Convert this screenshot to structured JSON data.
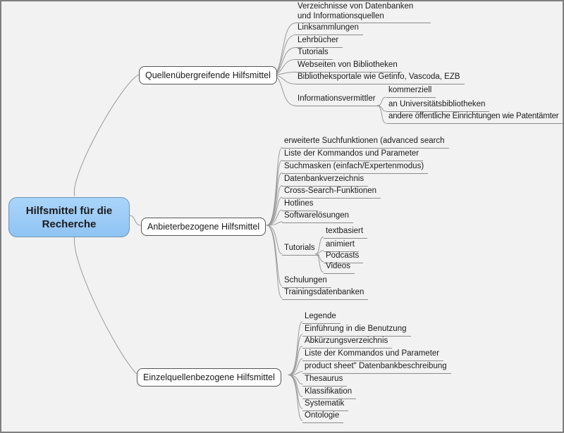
{
  "center": {
    "label": "Hilfsmittel für die Recherche"
  },
  "branches": [
    {
      "label": "Quellenübergreifende Hilfsmittel",
      "children": [
        {
          "label": "Verzeichnisse von Datenbanken und Informationsquellen"
        },
        {
          "label": "Linksammlungen"
        },
        {
          "label": "Lehrbücher"
        },
        {
          "label": "Tutorials"
        },
        {
          "label": "Webseiten von Bibliotheken"
        },
        {
          "label": "Bibliotheksportale wie Getinfo, Vascoda, EZB"
        },
        {
          "label": "Informationsvermittler",
          "children": [
            {
              "label": "kommerziell"
            },
            {
              "label": "an Universitätsbibliotheken"
            },
            {
              "label": "andere öffentliche Einrichtungen wie Patentämter"
            }
          ]
        }
      ]
    },
    {
      "label": "Anbieterbezogene Hilfsmittel",
      "children": [
        {
          "label": "erweiterte Suchfunktionen (advanced search"
        },
        {
          "label": "Liste der Kommandos und Parameter"
        },
        {
          "label": "Suchmasken (einfach/Expertenmodus)"
        },
        {
          "label": "Datenbankverzeichnis"
        },
        {
          "label": "Cross-Search-Funktionen"
        },
        {
          "label": "Hotlines"
        },
        {
          "label": "Softwarelösungen"
        },
        {
          "label": "Tutorials",
          "children": [
            {
              "label": "textbasiert"
            },
            {
              "label": "animiert"
            },
            {
              "label": "Podcasts"
            },
            {
              "label": "Videos"
            }
          ]
        },
        {
          "label": "Schulungen"
        },
        {
          "label": "Trainingsdatenbanken"
        }
      ]
    },
    {
      "label": "Einzelquellenbezogene Hilfsmittel",
      "children": [
        {
          "label": "Legende"
        },
        {
          "label": "Einführung in die Benutzung"
        },
        {
          "label": "Abkürzungsverzeichnis"
        },
        {
          "label": "Liste der Kommandos und Parameter"
        },
        {
          "label": "product sheet\" Datenbankbeschreibung"
        },
        {
          "label": "Thesaurus"
        },
        {
          "label": "Klassifikation"
        },
        {
          "label": "Systematik"
        },
        {
          "label": "Ontologie"
        }
      ]
    }
  ],
  "colors": {
    "background": "#F2F2F2",
    "frame_border": "#7F7F7F",
    "center_fill_top": "#ABD5FA",
    "center_fill_bottom": "#8FC3F3",
    "center_border": "#6E94B8",
    "bubble_fill": "#FFFFFF",
    "bubble_border": "#555555",
    "edge": "#999999",
    "underline": "#8C8C8C",
    "text": "#1A1A1A"
  }
}
